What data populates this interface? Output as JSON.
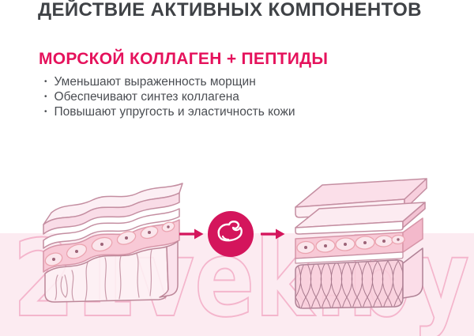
{
  "header": {
    "title": "ДЕЙСТВИЕ АКТИВНЫХ КОМПОНЕНТОВ"
  },
  "section": {
    "title": "МОРСКОЙ КОЛЛАГЕН + ПЕПТИДЫ",
    "bullets": [
      "Уменьшают выраженность морщин",
      "Обеспечивают синтез коллагена",
      "Повышают упругость и эластичность кожи"
    ]
  },
  "diagram": {
    "before_icon": "wrinkled-skin-layers",
    "after_icon": "smooth-skin-layers",
    "badge_icon": "collagen-molecule",
    "arrow_icon": "arrow-right"
  },
  "watermark": {
    "text": "21vek.by"
  },
  "colors": {
    "accent_pink": "#e5125c",
    "badge_pink": "#d4155c",
    "title_gray": "#3f4246",
    "body_gray": "#4b4e53",
    "band_pink": "#fcebf1",
    "watermark_pink": "#f4b0c8",
    "outline_mauve": "#c48ea1"
  }
}
